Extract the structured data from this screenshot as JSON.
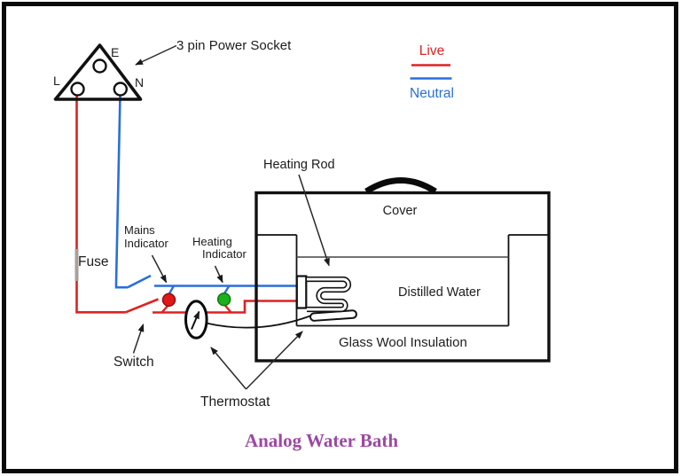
{
  "title": {
    "text": "Analog Water Bath",
    "color": "#9d48a3"
  },
  "legend": {
    "live_label": "Live",
    "neutral_label": "Neutral"
  },
  "colors": {
    "live": "#dd2222",
    "neutral": "#2a6fdb",
    "mains_lamp": "#e01818",
    "mains_lamp_edge": "#8f0f0f",
    "heating_lamp": "#1db01d",
    "heating_lamp_edge": "#0e7a0e",
    "fuse_body": "#a8a099",
    "line_black": "#111111",
    "annotation": "#2a2a2a"
  },
  "socket": {
    "label": "3 pin Power Socket",
    "pin_e": "E",
    "pin_l": "L",
    "pin_n": "N"
  },
  "labels": {
    "fuse": "Fuse",
    "switch": "Switch",
    "mains_indicator_line1": "Mains",
    "mains_indicator_line2": "Indicator",
    "heating_indicator_line1": "Heating",
    "heating_indicator_line2": "Indicator",
    "heating_rod": "Heating Rod",
    "thermostat": "Thermostat"
  },
  "bath": {
    "cover": "Cover",
    "distilled_water": "Distilled Water",
    "glass_wool": "Glass Wool Insulation"
  }
}
